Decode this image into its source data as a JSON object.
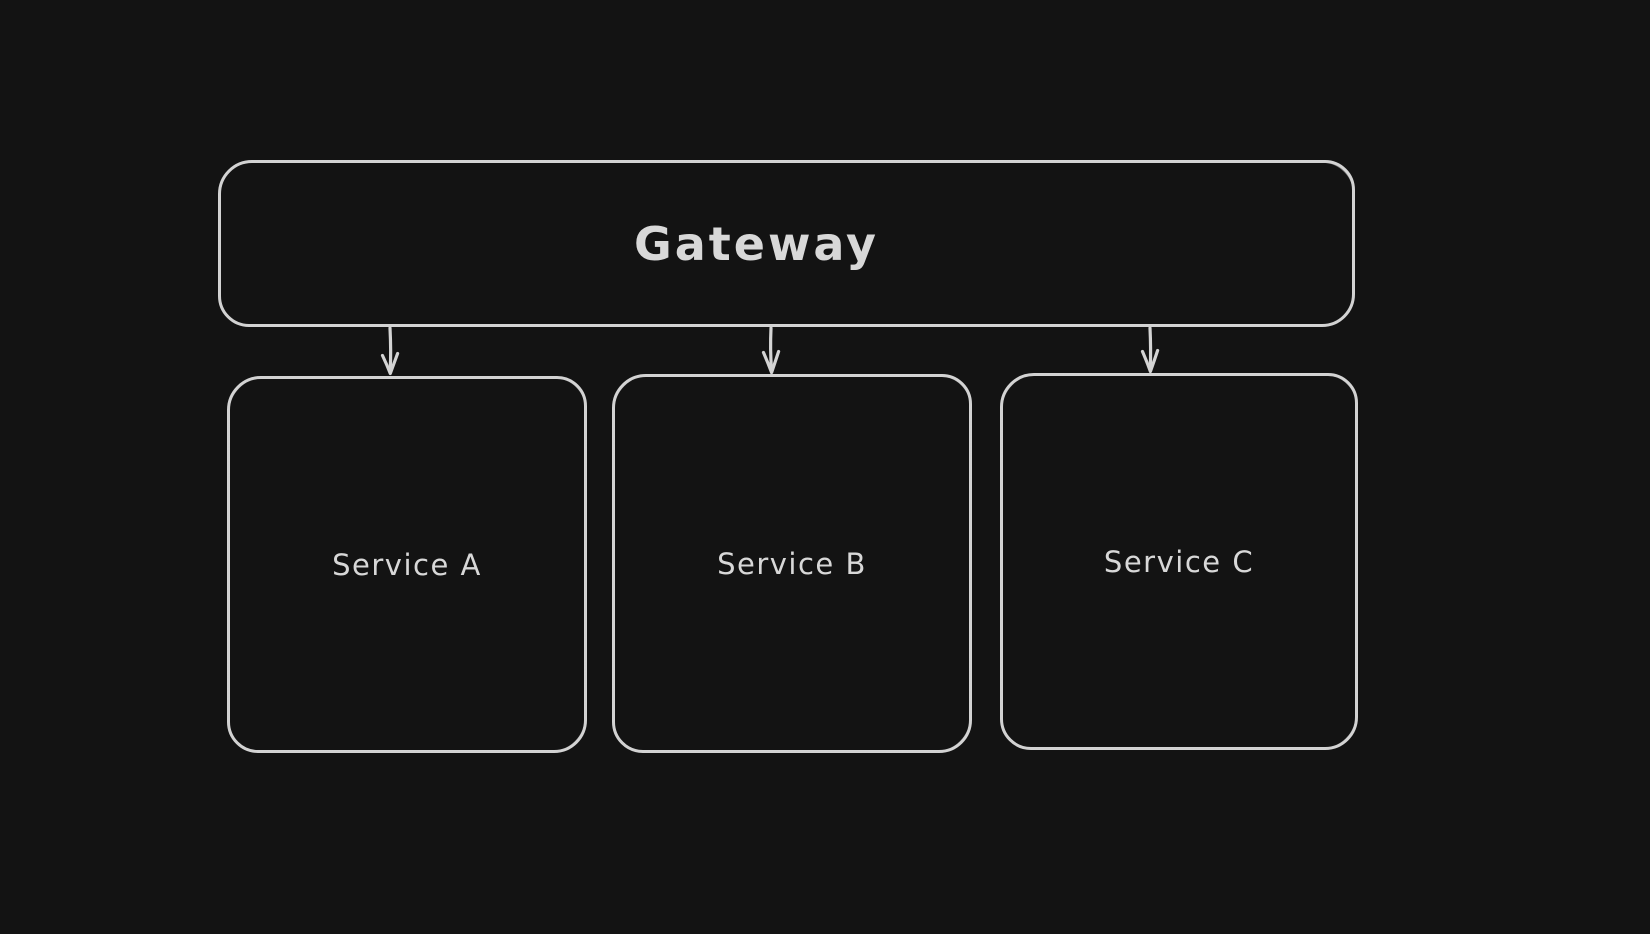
{
  "canvas": {
    "background_color": "#131313",
    "stroke_color": "#d4d4d4",
    "text_color": "#d8d8d8",
    "style": "hand-drawn-sketch-dark"
  },
  "diagram": {
    "nodes": [
      {
        "id": "gateway",
        "label": "Gateway",
        "shape": "rounded-rectangle"
      },
      {
        "id": "service-a",
        "label": "Service A",
        "shape": "rounded-rectangle"
      },
      {
        "id": "service-b",
        "label": "Service B",
        "shape": "rounded-rectangle"
      },
      {
        "id": "service-c",
        "label": "Service C",
        "shape": "rounded-rectangle"
      }
    ],
    "edges": [
      {
        "from": "gateway",
        "to": "service-a",
        "type": "arrow-down"
      },
      {
        "from": "gateway",
        "to": "service-b",
        "type": "arrow-down"
      },
      {
        "from": "gateway",
        "to": "service-c",
        "type": "arrow-down"
      }
    ]
  }
}
